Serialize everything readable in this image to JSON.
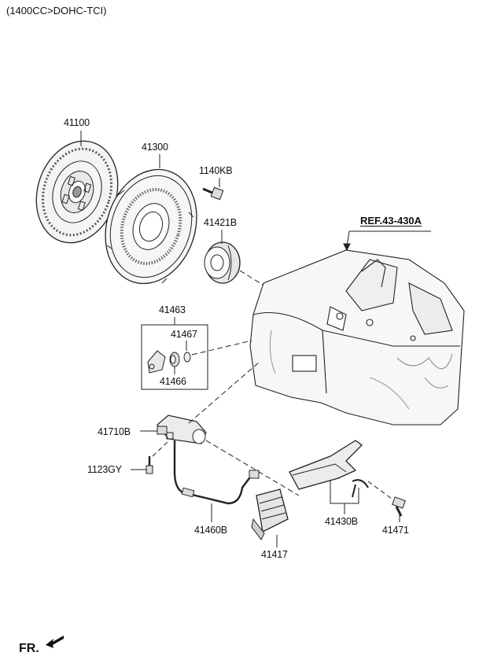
{
  "header": {
    "title": "(1400CC>DOHC-TCI)"
  },
  "reference": {
    "label": "REF.43-430A"
  },
  "orientation": {
    "label": "FR."
  },
  "parts": {
    "p41100": "41100",
    "p41300": "41300",
    "p1140KB": "1140KB",
    "p41421B": "41421B",
    "p41463": "41463",
    "p41467": "41467",
    "p41466": "41466",
    "p41710B": "41710B",
    "p1123GY": "1123GY",
    "p41460B": "41460B",
    "p41417": "41417",
    "p41430B": "41430B",
    "p41471": "41471"
  }
}
